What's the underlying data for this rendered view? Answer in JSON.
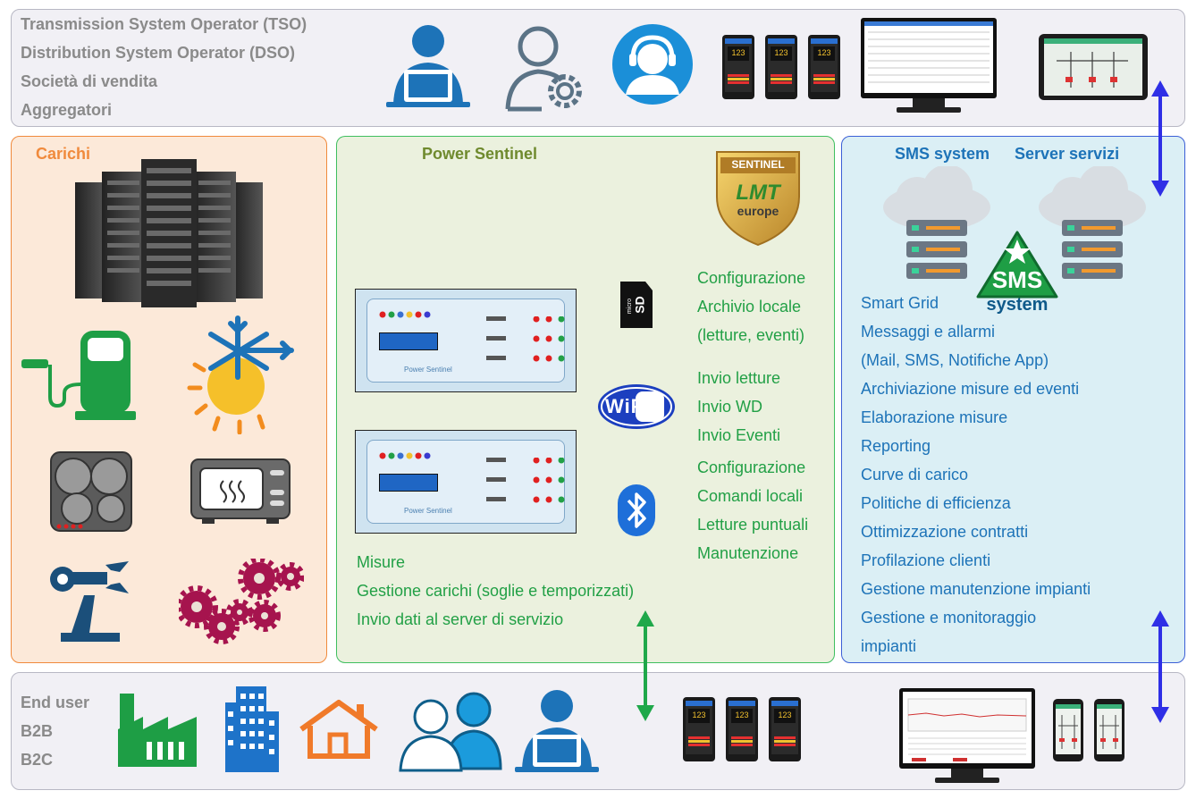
{
  "top_band": {
    "labels": [
      "Transmission System Operator (TSO)",
      "Distribution System Operator (DSO)",
      "Società di vendita",
      "Aggregatori"
    ],
    "phone_display": "123"
  },
  "carichi": {
    "title": "Carichi"
  },
  "power_sentinel": {
    "title": "Power Sentinel",
    "badge_top": "SENTINEL",
    "badge_logo": "LMT",
    "badge_bottom": "europe",
    "device_label": "Power Sentinel",
    "sd_label": "SD",
    "sd_small": "micro",
    "wifi_label": "WiFi",
    "group_sd": [
      "Configurazione",
      "Archivio locale",
      "(letture, eventi)"
    ],
    "group_wifi": [
      "Invio letture",
      "Invio WD",
      "Invio Eventi"
    ],
    "group_bt": [
      "Configurazione",
      "Comandi locali",
      "Letture puntuali",
      "Manutenzione"
    ],
    "bottom": [
      "Misure",
      "Gestione carichi (soglie e temporizzati)",
      "Invio dati al server di servizio"
    ]
  },
  "sms": {
    "title_left": "SMS system",
    "title_right": "Server servizi",
    "logo_text": "SMS",
    "logo_sub": "system",
    "items": [
      "Smart Grid",
      "Messaggi e allarmi",
      "(Mail, SMS, Notifiche App)",
      "Archiviazione misure ed eventi",
      "Elaborazione misure",
      "Reporting",
      "Curve di carico",
      "Politiche di efficienza",
      "Ottimizzazione contratti",
      "Profilazione clienti",
      "Gestione manutenzione impianti",
      "Gestione e monitoraggio",
      "impianti"
    ]
  },
  "bottom_band": {
    "labels": [
      "End user",
      "B2B",
      "B2C"
    ],
    "phone_display": "123"
  },
  "colors": {
    "orange": "#f08a3c",
    "green": "#22a046",
    "blue": "#1d73b8",
    "arrow_blue": "#2f2fe6",
    "arrow_green": "#1fa84a",
    "gray_text": "#8a8a8a"
  }
}
